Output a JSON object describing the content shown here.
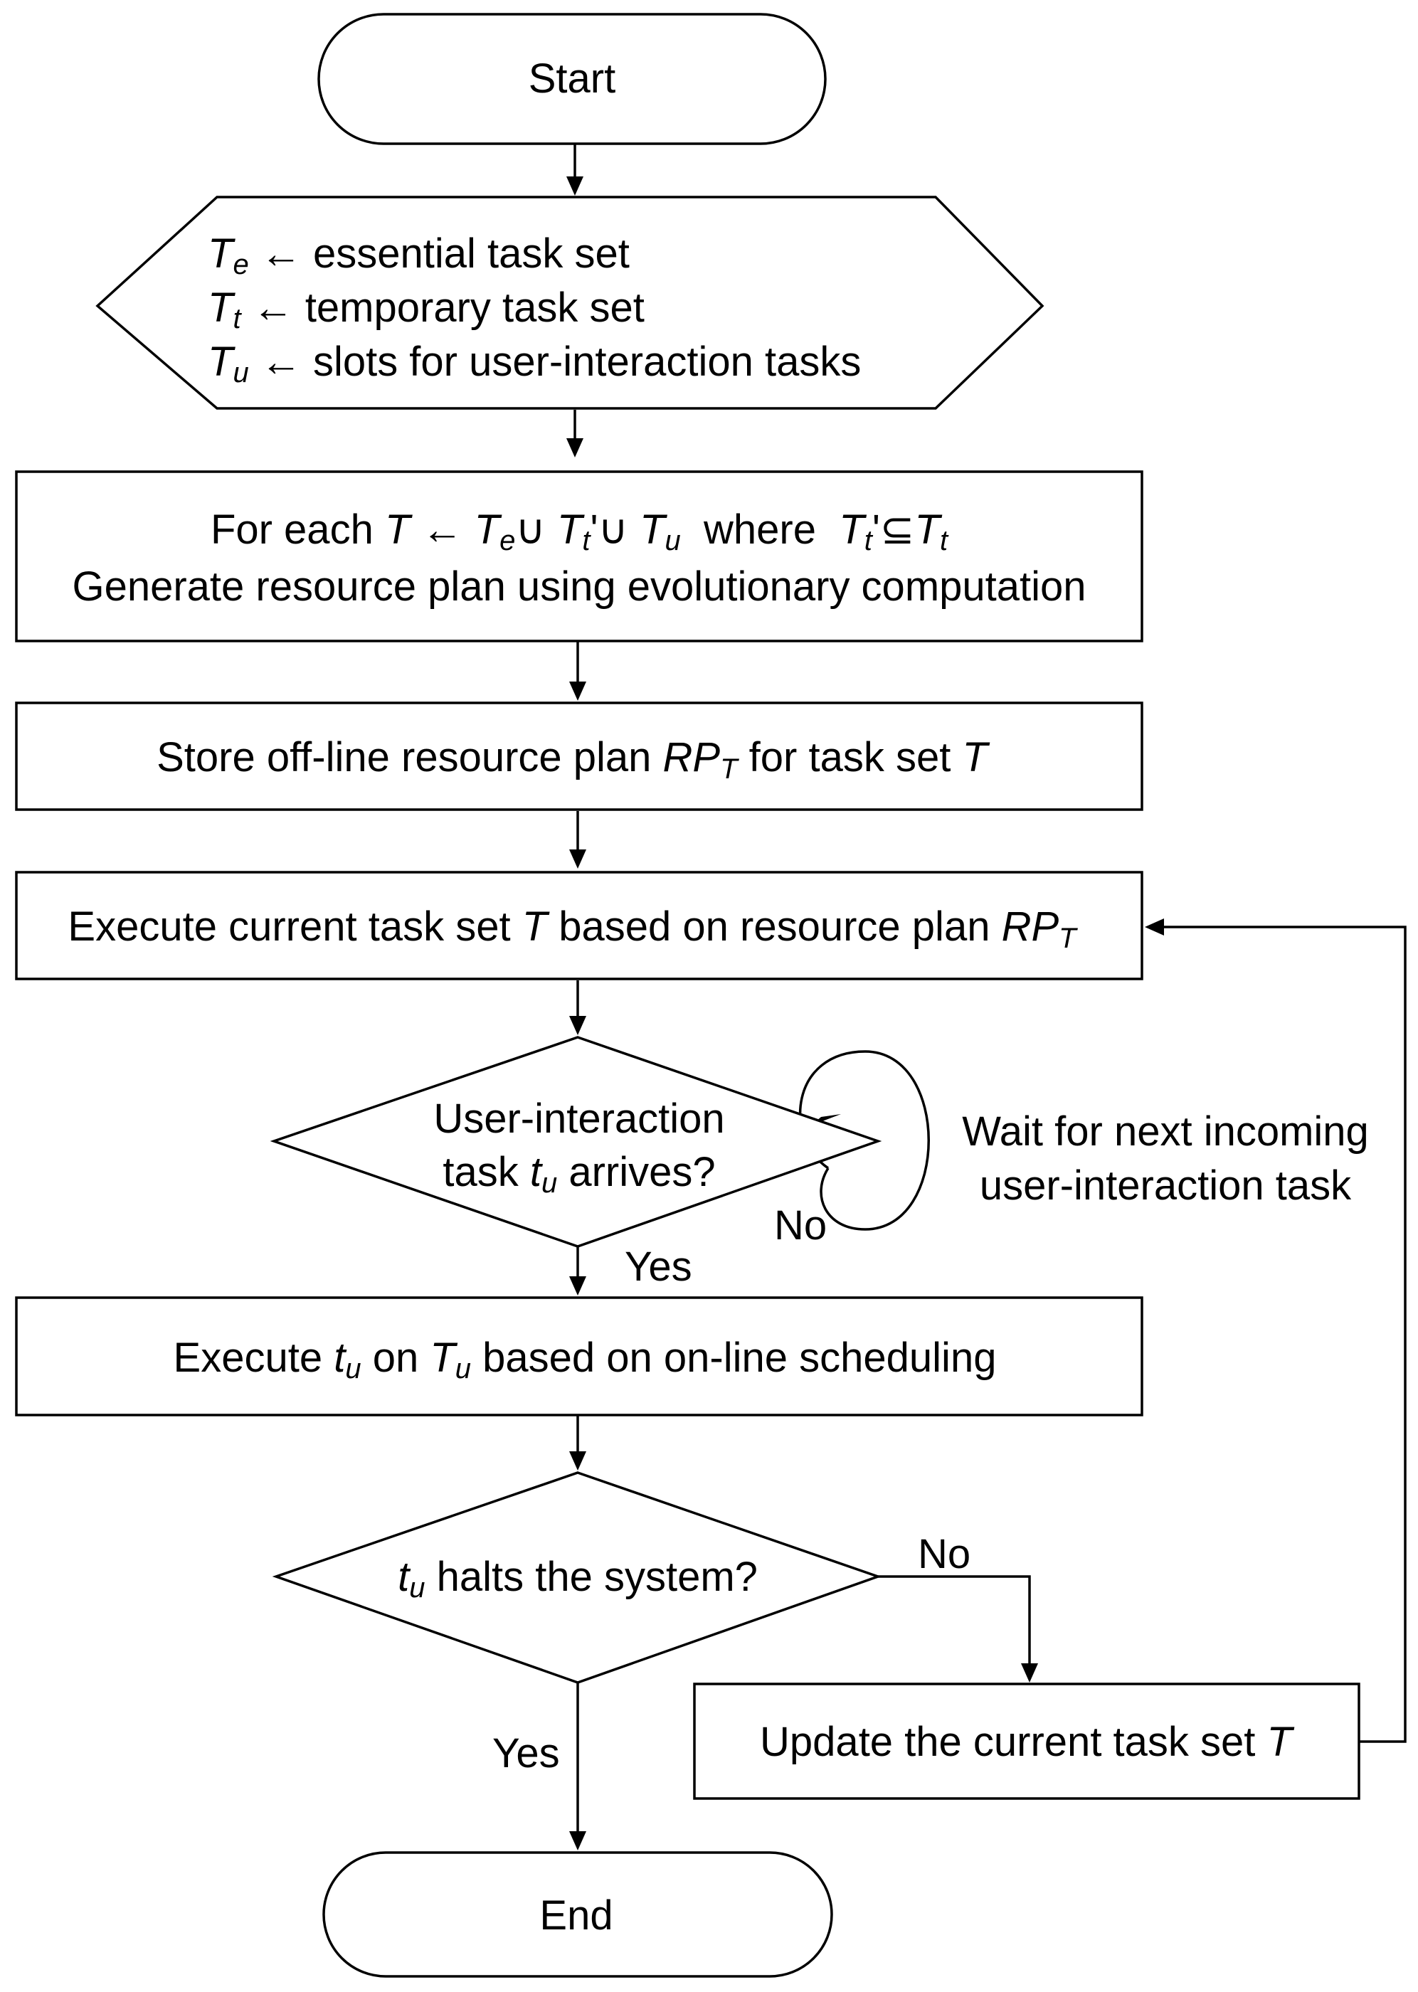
{
  "flowchart": {
    "start": {
      "label": "Start"
    },
    "init": {
      "line1": {
        "sym": "T",
        "sub": "e",
        "text": "essential task set"
      },
      "line2": {
        "sym": "T",
        "sub": "t",
        "text": "temporary task set"
      },
      "line3": {
        "sym": "T",
        "sub": "u",
        "text": "slots for user-interaction tasks"
      },
      "arrow_glyph": "←"
    },
    "generate": {
      "line1": {
        "pre": "For each ",
        "T": "T",
        "arrow": "←",
        "Te": "T",
        "Te_sub": "e",
        "union": "∪",
        "Tt": "T",
        "Tt_sub": "t",
        "prime": "'",
        "Tu": "T",
        "Tu_sub": "u",
        "where": "where",
        "subset": "⊆"
      },
      "line2": "Generate resource plan using evolutionary computation"
    },
    "store": {
      "pre": "Store off-line resource plan ",
      "rp": "RP",
      "rp_sub": "T",
      "mid": " for task set ",
      "T": "T"
    },
    "execute_current": {
      "pre": "Execute current task set ",
      "T": "T",
      "mid": " based on resource plan ",
      "rp": "RP",
      "rp_sub": "T"
    },
    "decision_arrival": {
      "line1": "User-interaction",
      "line2_pre": "task ",
      "t": "t",
      "t_sub": "u",
      "line2_post": " arrives?",
      "no_label": "No",
      "yes_label": "Yes",
      "wait_line1": "Wait for next incoming",
      "wait_line2": "user-interaction task"
    },
    "execute_tu": {
      "pre": "Execute ",
      "t": "t",
      "t_sub": "u",
      "mid": " on ",
      "T": "T",
      "T_sub": "u",
      "post": " based on on-line scheduling"
    },
    "decision_halt": {
      "t": "t",
      "t_sub": "u",
      "post": " halts the system?",
      "no_label": "No",
      "yes_label": "Yes"
    },
    "update": {
      "pre": "Update the current task set ",
      "T": "T"
    },
    "end": {
      "label": "End"
    }
  }
}
